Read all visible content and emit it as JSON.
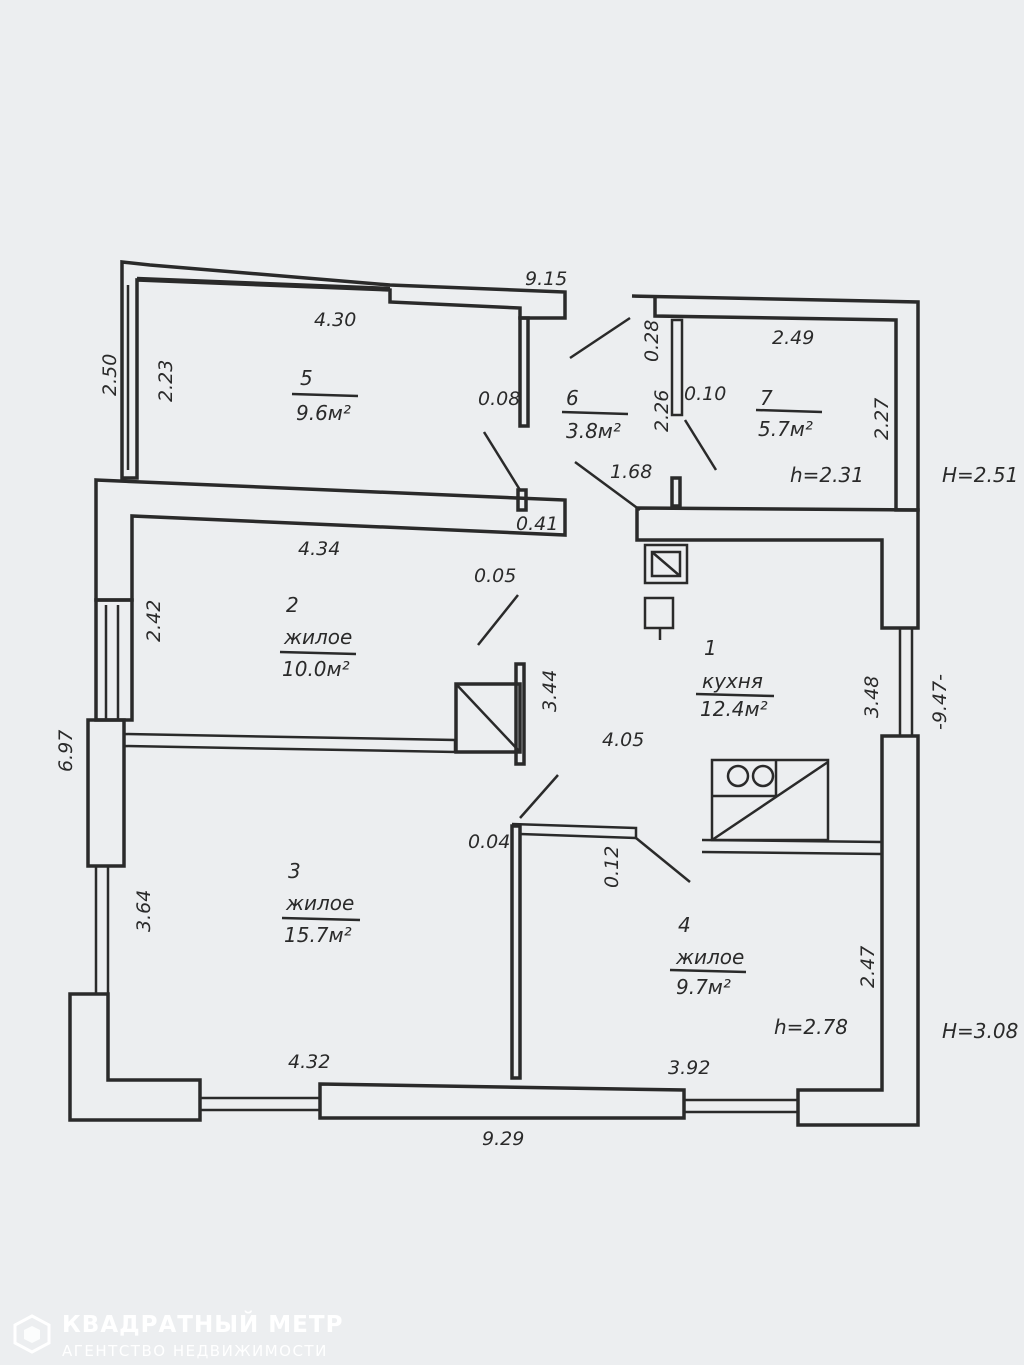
{
  "dimensions": {
    "top_overall": "9.15",
    "room5_width": "4.30",
    "left_outer_top": "2.50",
    "room5_height": "2.23",
    "wall_008": "0.08",
    "room6_depth": "0.28",
    "room6_height": "2.26",
    "wall_010": "0.10",
    "room7_width": "2.49",
    "room7_height": "2.27",
    "wall_168": "1.68",
    "wall_041": "0.41",
    "room2_width": "4.34",
    "room2_height": "2.42",
    "wall_005": "0.05",
    "hall_344": "3.44",
    "hall_405": "4.05",
    "kitchen_height": "3.48",
    "right_overall": "-9.47-",
    "left_overall": "6.97",
    "room3_height": "3.64",
    "wall_004": "0.04",
    "wall_012": "0.12",
    "room4_height": "2.47",
    "room3_width": "4.32",
    "room4_width": "3.92",
    "bottom_overall": "9.29"
  },
  "rooms": [
    {
      "num": "5",
      "type": "",
      "area": "9.6м²"
    },
    {
      "num": "6",
      "type": "",
      "area": "3.8м²"
    },
    {
      "num": "7",
      "type": "",
      "area": "5.7м²"
    },
    {
      "num": "2",
      "type": "жилое",
      "area": "10.0м²"
    },
    {
      "num": "1",
      "type": "кухня",
      "area": "12.4м²"
    },
    {
      "num": "3",
      "type": "жилое",
      "area": "15.7м²"
    },
    {
      "num": "4",
      "type": "жилое",
      "area": "9.7м²"
    }
  ],
  "heights": {
    "upper_room_h": "h=2.31",
    "upper_H": "H=2.51",
    "lower_room_h": "h=2.78",
    "lower_H": "H=3.08"
  },
  "watermark": {
    "name": "КВАДРАТНЫЙ МЕТР",
    "subtitle": "АГЕНТСТВО НЕДВИЖИМОСТИ"
  },
  "colors": {
    "background": "#eceef0",
    "ink": "#2a2a2a",
    "watermark": "#ffffff"
  }
}
